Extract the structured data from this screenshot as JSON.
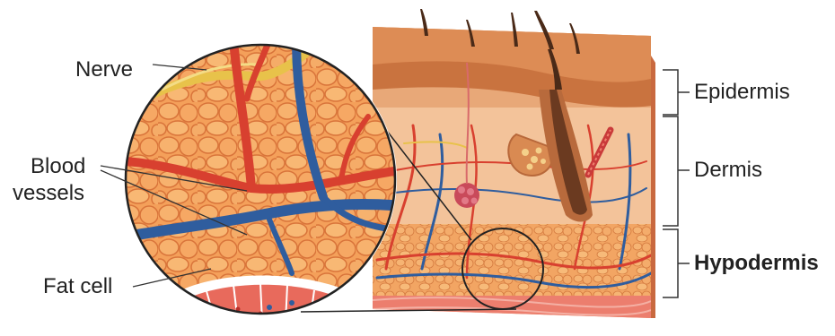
{
  "labels": {
    "nerve": "Nerve",
    "blood_vessels_line1": "Blood",
    "blood_vessels_line2": "vessels",
    "fat_cell": "Fat cell",
    "epidermis": "Epidermis",
    "dermis": "Dermis",
    "hypodermis": "Hypodermis"
  },
  "colors": {
    "fat": "#f4a05a",
    "fat_dark": "#d9743a",
    "artery": "#d8402f",
    "vein": "#2f5d9e",
    "nerve": "#e8c24a",
    "epidermis": "#d98a52",
    "dermis": "#f1b98c",
    "muscle": "#e86a5c",
    "hair": "#5a3320"
  }
}
